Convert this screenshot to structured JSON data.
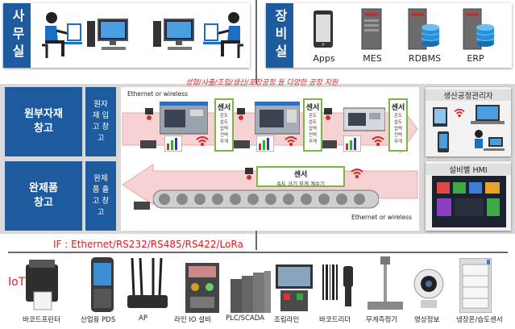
{
  "office": {
    "title": "사무실"
  },
  "equipment": {
    "title": "장비실",
    "items": [
      "Apps",
      "MES",
      "RDBMS",
      "ERP"
    ]
  },
  "left": {
    "raw": {
      "title": "원부자재 창고",
      "sub": "원자재 입고 창고"
    },
    "fin": {
      "title": "완제품 창고",
      "sub": "완제품 출고 창고"
    }
  },
  "process": {
    "banner": "성형/사출/조립/생산/포장공정 등 다양한 공정 지원",
    "eth_top": "Ethernet or wireless",
    "eth_bottom": "Ethernet or wireless",
    "sensor_title": "센서",
    "sensor_lines": [
      "온도",
      "습도",
      "압력",
      "전력",
      "무게"
    ],
    "bottom_sensor_title": "센서",
    "bottom_sensor_text": "속도 크기 무게 계수기"
  },
  "right": {
    "manager": "생산공정관리자",
    "hmi": "설비별 HMI"
  },
  "interface": "IF : Ethernet/RS232/RS485/RS422/LoRa",
  "iot": {
    "label": "IoT",
    "devices": [
      "바코드프린터",
      "산업용 PDS",
      "AP",
      "라인 IO 설비",
      "PLC/SCADA",
      "조립라인",
      "바코드리더",
      "무게측정기",
      "영상정보",
      "냉장온/습도센서"
    ]
  },
  "colors": {
    "blue": "#1e5b9e",
    "red": "#d92020",
    "green": "#7ab648",
    "arrow": "#f4c9c9"
  }
}
